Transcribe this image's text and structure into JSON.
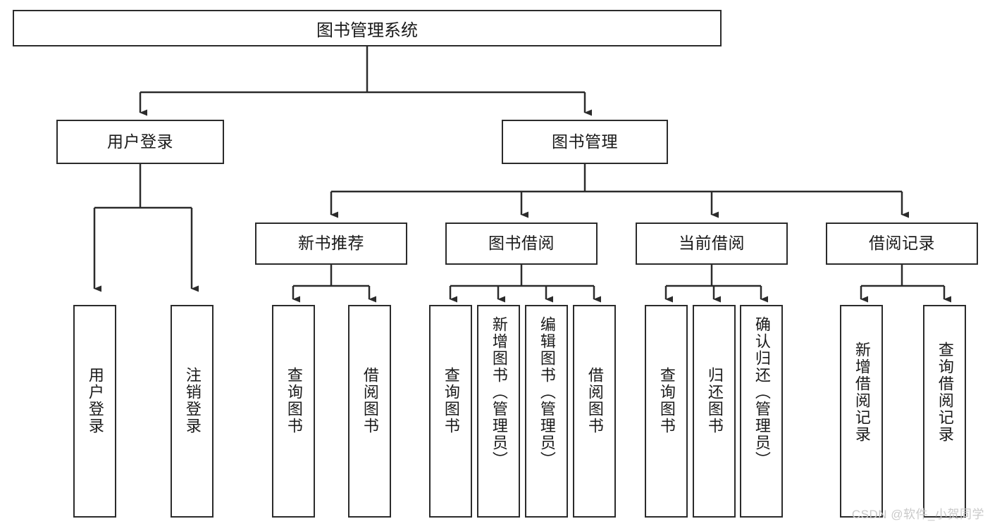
{
  "diagram": {
    "type": "tree",
    "title": "图书管理系统",
    "root": {
      "label": "图书管理系统"
    },
    "level2": [
      {
        "label": "用户登录"
      },
      {
        "label": "图书管理"
      }
    ],
    "level3": [
      {
        "label": "新书推荐"
      },
      {
        "label": "图书借阅"
      },
      {
        "label": "当前借阅"
      },
      {
        "label": "借阅记录"
      }
    ],
    "leaves": {
      "user_login": [
        {
          "label": "用户登录"
        },
        {
          "label": "注销登录"
        }
      ],
      "new_book_recommend": [
        {
          "label": "查询图书"
        },
        {
          "label": "借阅图书"
        }
      ],
      "book_borrow": [
        {
          "label": "查询图书"
        },
        {
          "label": "新增图书（管理员）"
        },
        {
          "label": "编辑图书（管理员）"
        },
        {
          "label": "借阅图书"
        }
      ],
      "current_borrow": [
        {
          "label": "查询图书"
        },
        {
          "label": "归还图书"
        },
        {
          "label": "确认归还（管理员）"
        }
      ],
      "borrow_record": [
        {
          "label": "新增借阅记录"
        },
        {
          "label": "查询借阅记录"
        }
      ]
    }
  },
  "watermark": {
    "text": "CSDN @软件_小贺同学"
  },
  "colors": {
    "border": "#2b2b2b",
    "background": "#ffffff",
    "text": "#1a1a1a",
    "watermark": "#c9c9c9"
  }
}
